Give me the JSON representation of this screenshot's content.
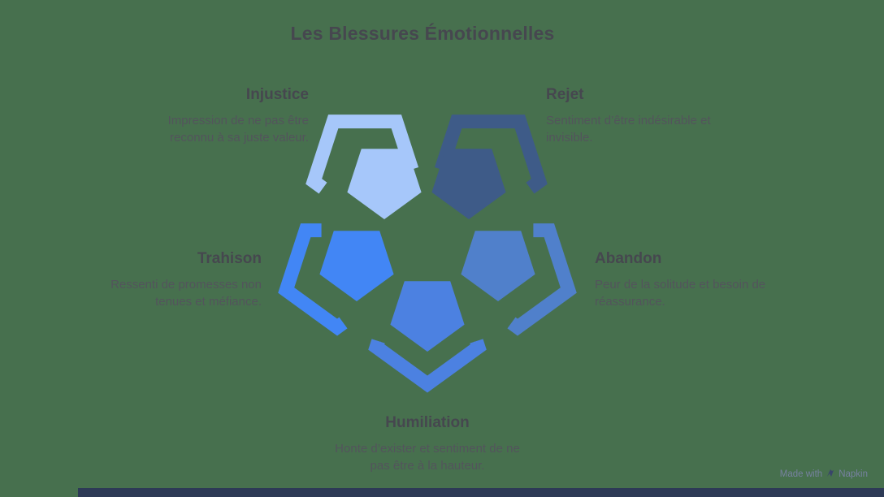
{
  "title": "Les Blessures Émotionnelles",
  "colors": {
    "background": "#47704E",
    "heading_text": "#46474F",
    "body_text": "#53545C",
    "bottom_bar": "#2D3A56",
    "watermark_text": "#76819F"
  },
  "wounds": [
    {
      "id": "injustice",
      "label": "Injustice",
      "description": "Impression de ne pas être reconnu à sa juste valeur.",
      "color": "#A6C7FA"
    },
    {
      "id": "rejet",
      "label": "Rejet",
      "description": "Sentiment d’être indésirable et invisible.",
      "color": "#3E5B88"
    },
    {
      "id": "trahison",
      "label": "Trahison",
      "description": "Ressenti de promesses non tenues et méfiance.",
      "color": "#4286F5"
    },
    {
      "id": "abandon",
      "label": "Abandon",
      "description": "Peur de la solitude et besoin de réassurance.",
      "color": "#5080CB"
    },
    {
      "id": "humiliation",
      "label": "Humiliation",
      "description": "Honte d’exister et sentiment de ne pas être à la hauteur.",
      "color": "#4C81E1"
    }
  ],
  "watermark": {
    "prefix": "Made with",
    "brand": "Napkin"
  }
}
